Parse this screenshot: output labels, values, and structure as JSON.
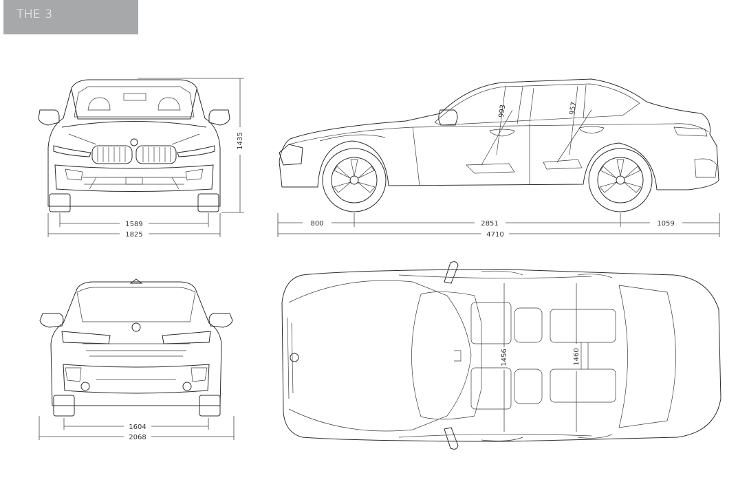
{
  "title": "THE 3",
  "colors": {
    "title_bg": "#a7a8a9",
    "title_text": "#ffffff",
    "line": "#2b2b2b"
  },
  "dimensions": {
    "front_track": "1589",
    "overall_width": "1825",
    "height": "1435",
    "front_overhang": "800",
    "wheelbase": "2851",
    "rear_overhang": "1059",
    "overall_length": "4710",
    "front_headroom": "993",
    "rear_headroom": "957",
    "rear_track": "1604",
    "width_with_mirrors": "2068",
    "front_shoulder_width": "1456",
    "rear_shoulder_width": "1460"
  }
}
